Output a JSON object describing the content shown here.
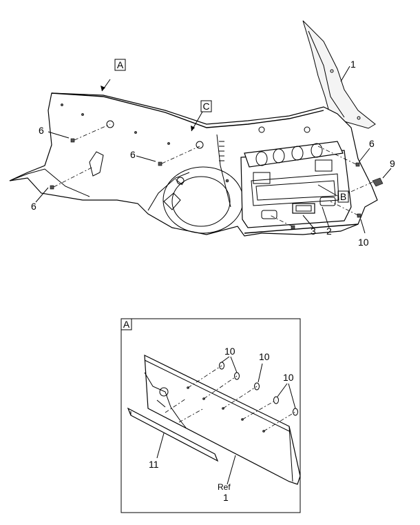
{
  "callouts": {
    "main": {
      "p1": "1",
      "p2": "2",
      "p3": "3",
      "p6a": "6",
      "p6b": "6",
      "p6c": "6",
      "p6d": "6",
      "p9": "9",
      "p10": "10"
    },
    "view_refs": {
      "a": "A",
      "b": "B",
      "c": "C"
    },
    "detail": {
      "box_letter": "A",
      "p10a": "10",
      "p10b": "10",
      "p10c": "10",
      "p11": "11",
      "ref_word": "Ref",
      "ref_num": "1"
    }
  }
}
